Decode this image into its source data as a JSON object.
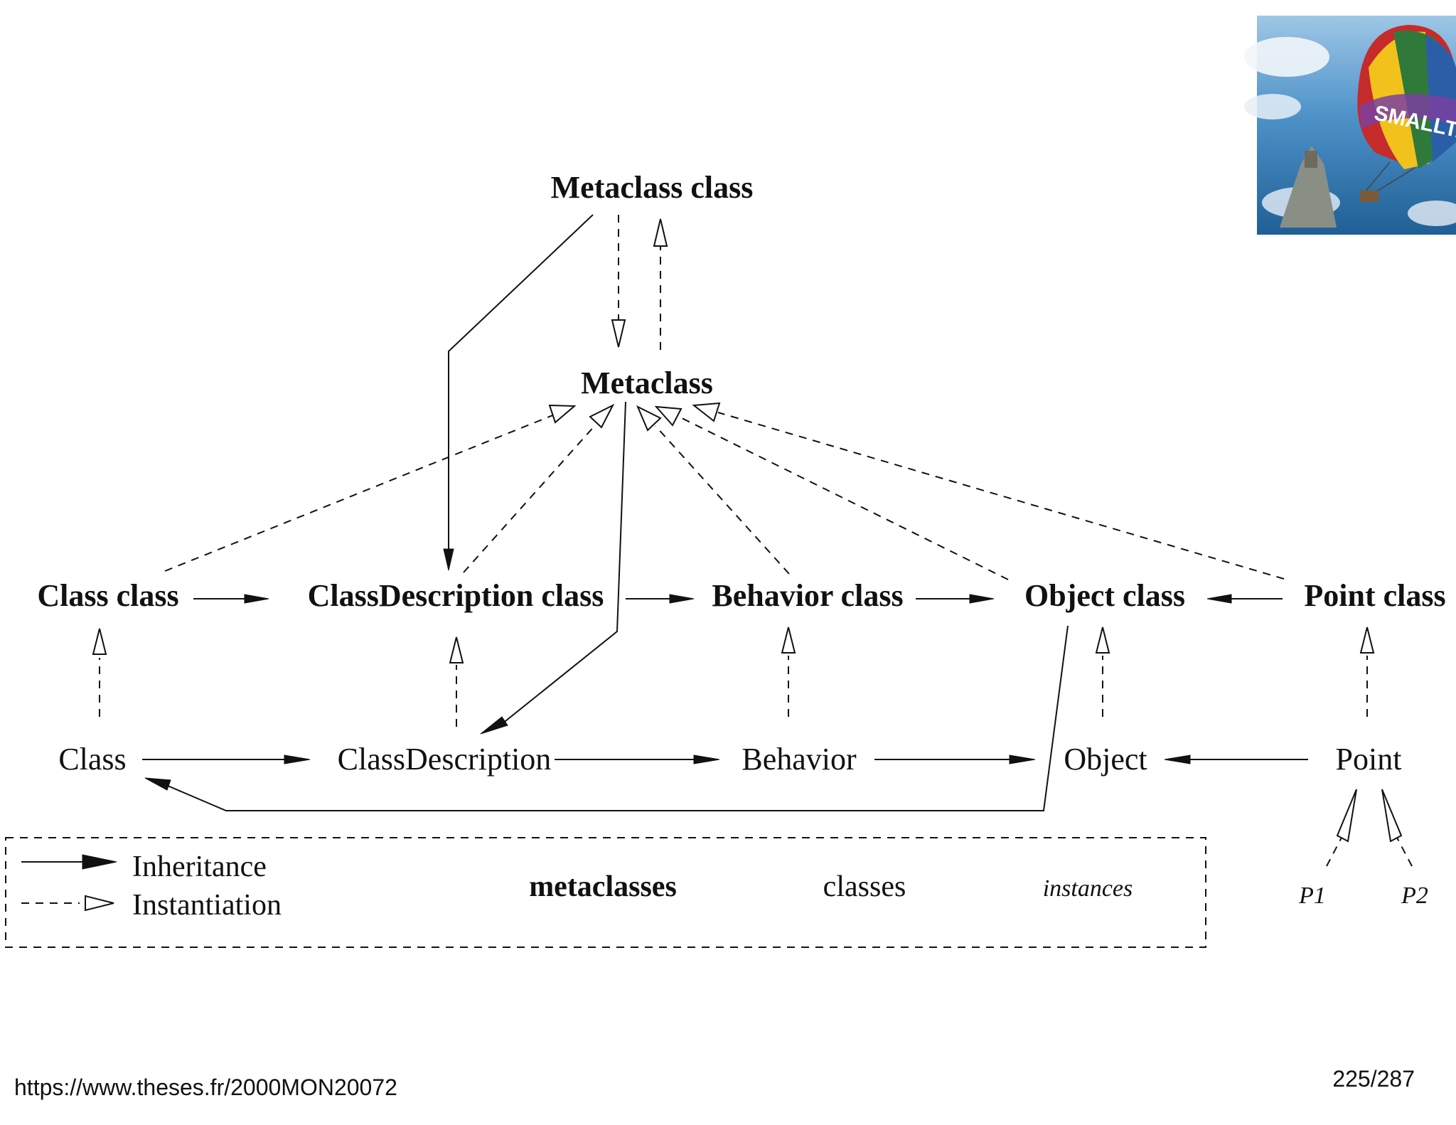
{
  "nodes": {
    "metaclass_class": "Metaclass class",
    "metaclass": "Metaclass",
    "class_class": "Class class",
    "classdescription_class": "ClassDescription class",
    "behavior_class": "Behavior class",
    "object_class": "Object class",
    "point_class": "Point class",
    "class": "Class",
    "classdescription": "ClassDescription",
    "behavior": "Behavior",
    "object": "Object",
    "point": "Point",
    "p1": "P1",
    "p2": "P2"
  },
  "legend": {
    "inheritance": "Inheritance",
    "instantiation": "Instantiation",
    "metaclasses": "metaclasses",
    "classes": "classes",
    "instances": "instances"
  },
  "logo_text": "SMALLTALK",
  "footer": {
    "url": "https://www.theses.fr/2000MON20072",
    "page": "225/287"
  }
}
